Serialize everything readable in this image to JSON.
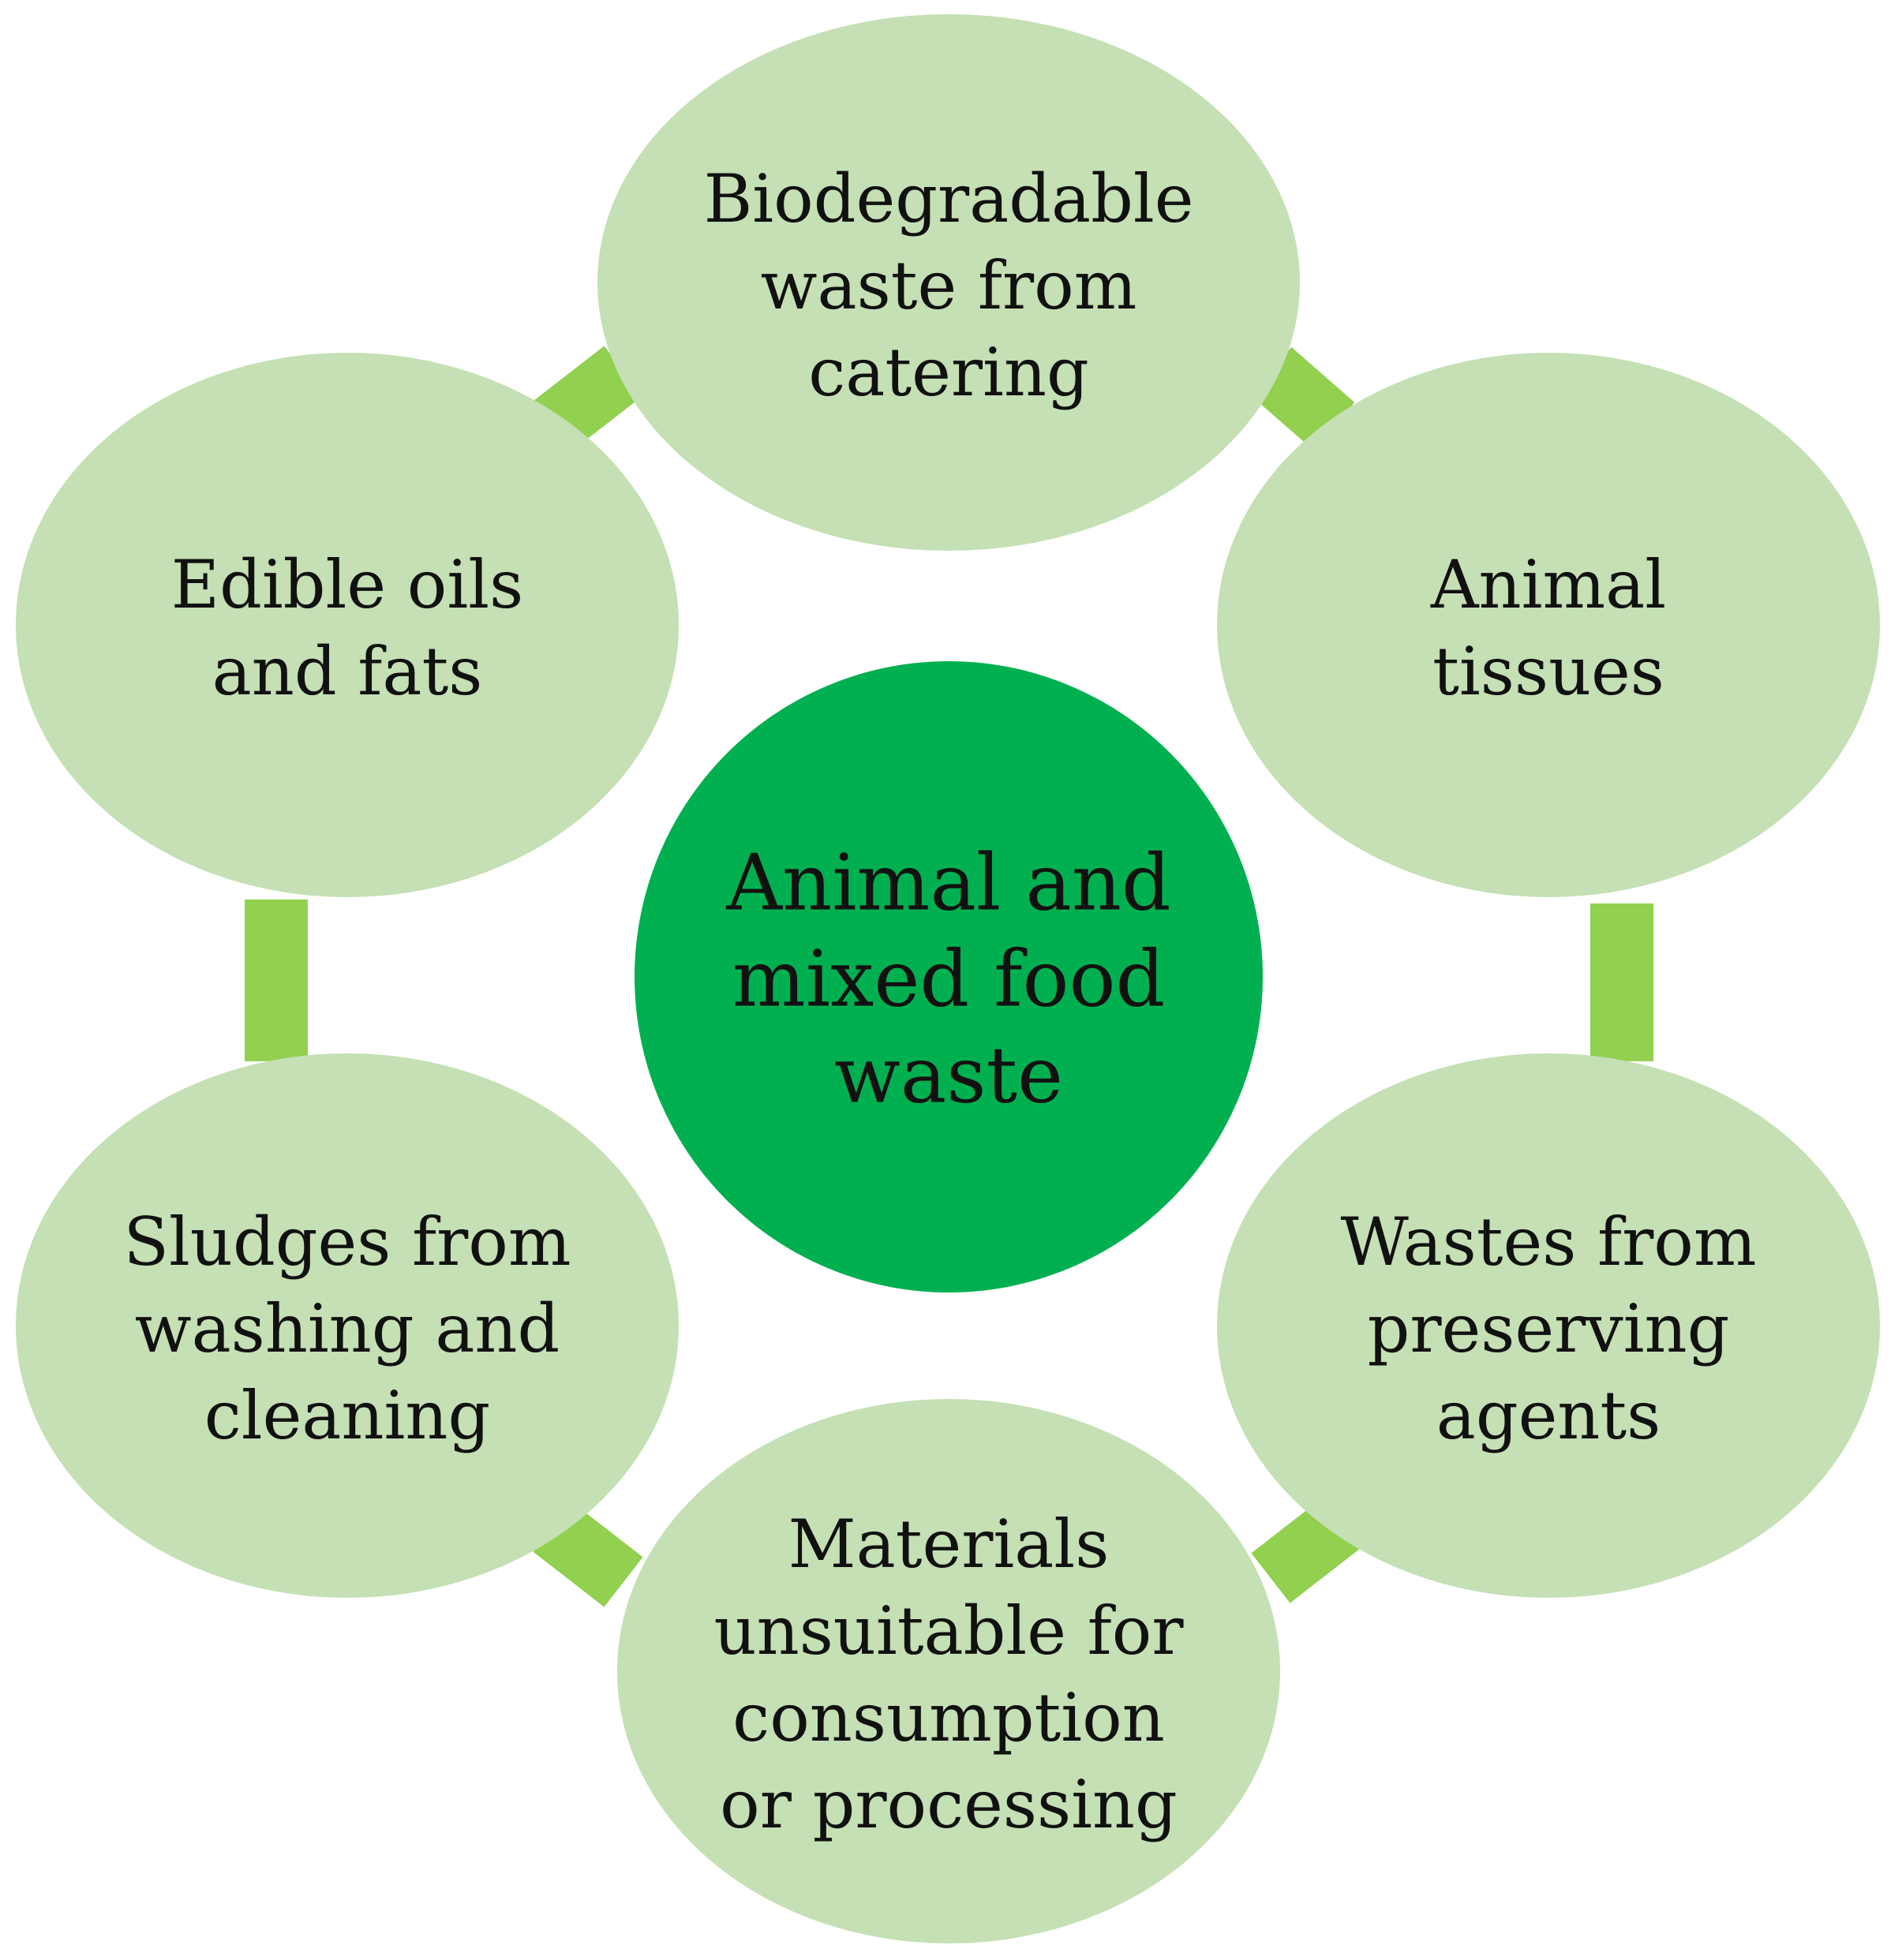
{
  "colors": {
    "outer_fill": "#c5e0b4",
    "center_fill": "#00b050",
    "connector": "#92d050",
    "text": "#111111"
  },
  "center": {
    "lines": [
      "Animal and",
      "mixed food",
      "waste"
    ]
  },
  "nodes": [
    {
      "id": "biodegradable-waste",
      "lines": [
        "Biodegradable",
        "waste from",
        "catering"
      ]
    },
    {
      "id": "animal-tissues",
      "lines": [
        "Animal",
        "tissues"
      ]
    },
    {
      "id": "preserving-agents",
      "lines": [
        "Wastes from",
        "preserving",
        "agents"
      ]
    },
    {
      "id": "unsuitable-materials",
      "lines": [
        "Materials",
        "unsuitable for",
        "consumption",
        "or processing"
      ]
    },
    {
      "id": "sludges",
      "lines": [
        "Sludges from",
        "washing and",
        "cleaning"
      ]
    },
    {
      "id": "edible-oils",
      "lines": [
        "Edible oils",
        "and fats"
      ]
    }
  ]
}
